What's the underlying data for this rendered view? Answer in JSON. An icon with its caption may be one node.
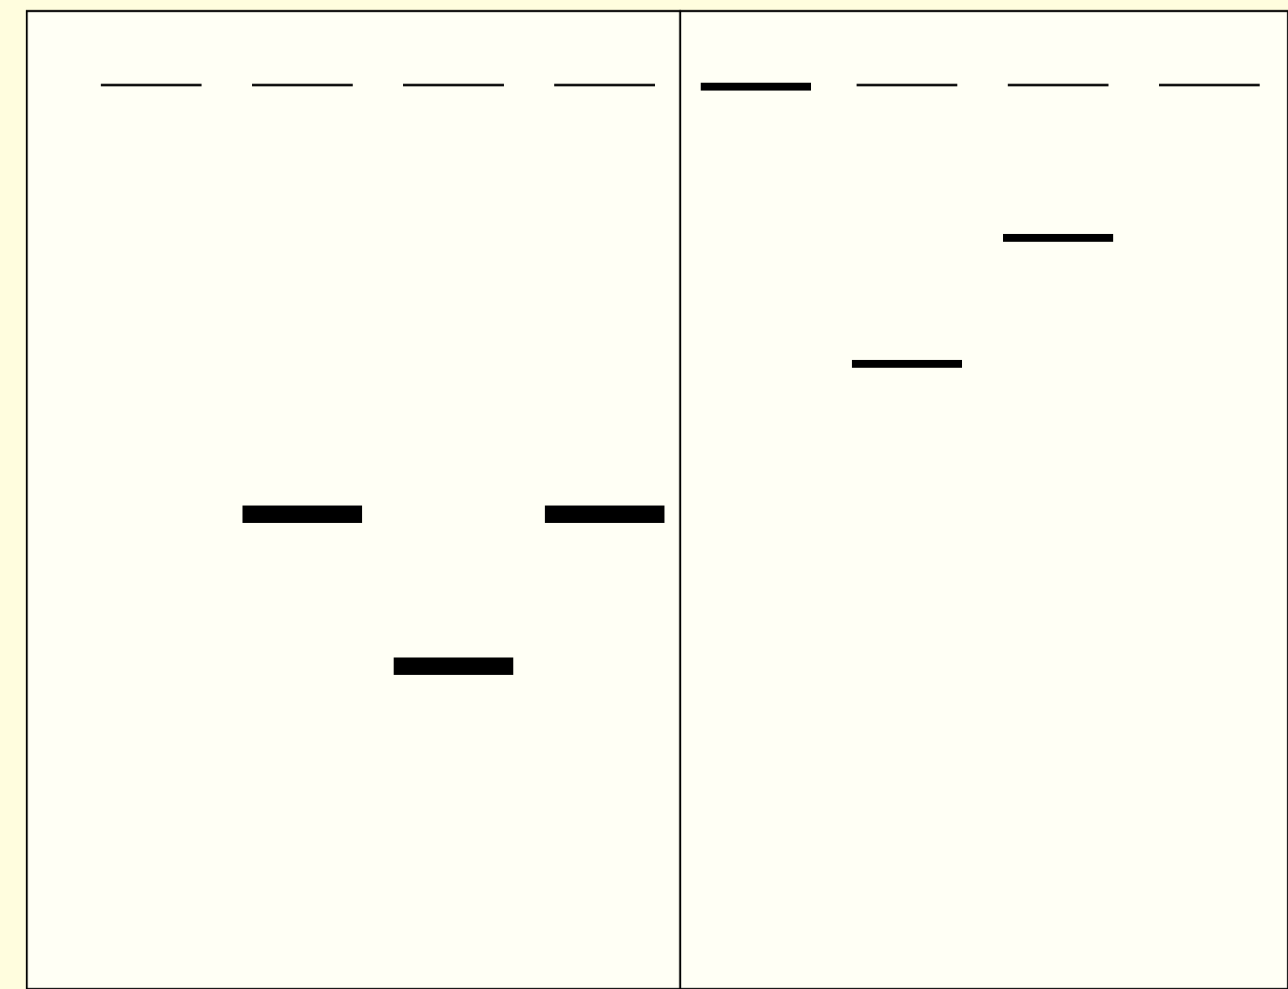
{
  "diagram": {
    "nodes": [
      {
        "text": [],
        "shape": "box"
      },
      {
        "text": [],
        "shape": "box"
      },
      {
        "text": [],
        "shape": "bar",
        "in": 0
      },
      {
        "text": [],
        "shape": "bar",
        "in": 0
      },
      {
        "text": [],
        "shape": "bar",
        "in": 0
      },
      {
        "text": [],
        "shape": "bar",
        "in": 0
      },
      {
        "text": [],
        "shape": "bar",
        "in": 0
      },
      {
        "text": [],
        "shape": "bar",
        "in": 0
      },
      {
        "text": [],
        "shape": "bar",
        "in": 0
      },
      {
        "text": [],
        "shape": "bar",
        "in": 1
      },
      {
        "text": [],
        "shape": "bar",
        "in": 1
      },
      {
        "text": [],
        "shape": "bar",
        "in": 1
      },
      {
        "text": [],
        "shape": "bar",
        "in": 1
      },
      {
        "text": [],
        "shape": "bar",
        "in": 1
      },
      {
        "text": [],
        "shape": "bar",
        "in": 1
      }
    ]
  }
}
